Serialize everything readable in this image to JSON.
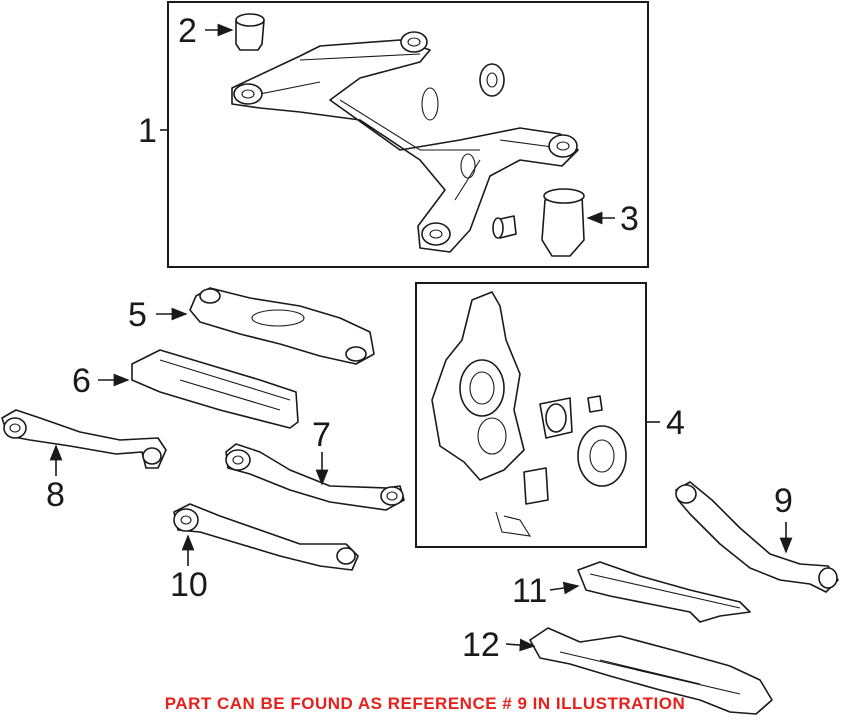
{
  "diagram": {
    "callouts": [
      {
        "id": "1",
        "text": "1"
      },
      {
        "id": "2",
        "text": "2"
      },
      {
        "id": "3",
        "text": "3"
      },
      {
        "id": "4",
        "text": "4"
      },
      {
        "id": "5",
        "text": "5"
      },
      {
        "id": "6",
        "text": "6"
      },
      {
        "id": "7",
        "text": "7"
      },
      {
        "id": "8",
        "text": "8"
      },
      {
        "id": "9",
        "text": "9"
      },
      {
        "id": "10",
        "text": "10"
      },
      {
        "id": "11",
        "text": "11"
      },
      {
        "id": "12",
        "text": "12"
      }
    ],
    "footer_note": "PART CAN BE FOUND AS REFERENCE # 9 IN ILLUSTRATION"
  },
  "colors": {
    "note": "#e8201c",
    "ink": "#1a1a1a",
    "background": "#ffffff"
  }
}
